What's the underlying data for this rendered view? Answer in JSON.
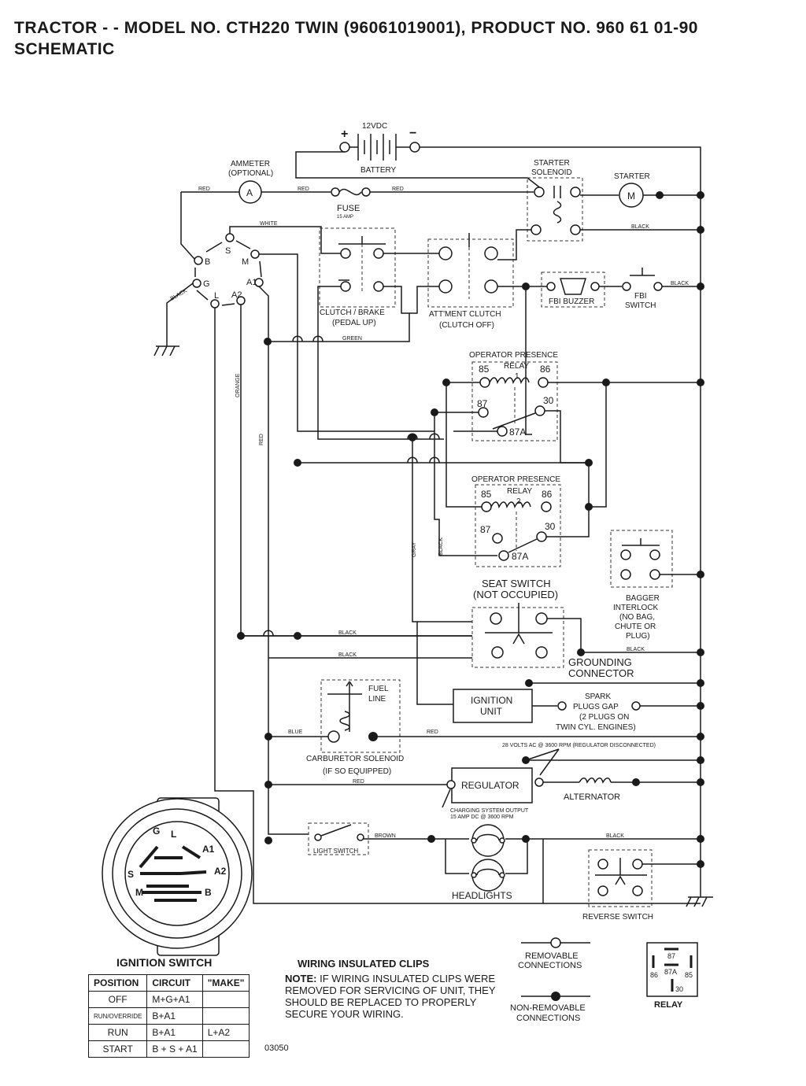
{
  "title": {
    "line1": "TRACTOR - - MODEL NO. CTH220 TWIN  (96061019001), PRODUCT NO. 960 61 01-90",
    "line2": "SCHEMATIC"
  },
  "components": {
    "voltage": "12VDC",
    "battery": "BATTERY",
    "plus": "+",
    "minus": "−",
    "ammeter": "AMMETER",
    "ammeter_opt": "(OPTIONAL)",
    "ammeter_symbol": "A",
    "fuse": "FUSE",
    "fuse_amp": "15 AMP",
    "starter_solenoid_1": "STARTER",
    "starter_solenoid_2": "SOLENOID",
    "starter": "STARTER",
    "motor_symbol": "M",
    "clutch_brake_1": "CLUTCH / BRAKE",
    "clutch_brake_2": "(PEDAL UP)",
    "attment_clutch_1": "ATT'MENT CLUTCH",
    "attment_clutch_2": "(CLUTCH OFF)",
    "fbi_buzzer": "FBI BUZZER",
    "fbi_switch_1": "FBI",
    "fbi_switch_2": "SWITCH",
    "opr1_title": "OPERATOR PRESENCE",
    "opr1_relay": "RELAY",
    "opr1_num": "1",
    "opr2_title": "OPERATOR PRESENCE",
    "opr2_relay": "RELAY",
    "opr2_num": "2",
    "t85": "85",
    "t86": "86",
    "t87": "87",
    "t30": "30",
    "t87a": "87A",
    "seat_switch_1": "SEAT SWITCH",
    "seat_switch_2": "(NOT OCCUPIED)",
    "bagger_1": "BAGGER",
    "bagger_2": "INTERLOCK",
    "bagger_3": "(NO BAG,",
    "bagger_4": "CHUTE OR",
    "bagger_5": "PLUG)",
    "grounding_1": "GROUNDING",
    "grounding_2": "CONNECTOR",
    "fuel_1": "FUEL",
    "fuel_2": "LINE",
    "ignition_unit_1": "IGNITION",
    "ignition_unit_2": "UNIT",
    "spark_1": "SPARK",
    "spark_2": "PLUGS GAP",
    "spark_3": "(2 PLUGS ON",
    "spark_4": "TWIN CYL. ENGINES)",
    "carb_1": "CARBURETOR SOLENOID",
    "carb_2": "(IF SO EQUIPPED)",
    "volts_note": "28 VOLTS AC @ 3600 RPM (REGULATOR DISCONNECTED)",
    "regulator": "REGULATOR",
    "alternator": "ALTERNATOR",
    "charging_1": "CHARGING SYSTEM OUTPUT",
    "charging_2": "15 AMP DC @ 3600 RPM",
    "light_switch": "LIGHT SWITCH",
    "headlights": "HEADLIGHTS",
    "reverse_switch": "REVERSE SWITCH",
    "ign_B": "B",
    "ign_S": "S",
    "ign_M": "M",
    "ign_G": "G",
    "ign_L": "L",
    "ign_A1": "A1",
    "ign_A2": "A2"
  },
  "wires": {
    "red": "RED",
    "white": "WHITE",
    "black": "BLACK",
    "green": "GREEN",
    "orange": "ORANGE",
    "gray": "GRAY",
    "blue": "BLUE",
    "brown": "BROWN"
  },
  "ignition_switch": {
    "title": "IGNITION SWITCH",
    "face_G": "G",
    "face_L": "L",
    "face_A1": "A1",
    "face_A2": "A2",
    "face_S": "S",
    "face_M": "M",
    "face_B": "B",
    "headers": [
      "POSITION",
      "CIRCUIT",
      "\"MAKE\""
    ],
    "rows": [
      {
        "position": "OFF",
        "circuit": "M+G+A1",
        "extra": ""
      },
      {
        "position": "RUN/OVERRIDE",
        "circuit": "B+A1",
        "extra": ""
      },
      {
        "position": "RUN",
        "circuit": "B+A1",
        "extra": "L+A2"
      },
      {
        "position": "START",
        "circuit": "B + S + A1",
        "extra": ""
      }
    ]
  },
  "clips": {
    "title": "WIRING INSULATED CLIPS",
    "note_label": "NOTE:",
    "note_text": "IF WIRING INSULATED CLIPS WERE REMOVED FOR SERVICING OF  UNIT, THEY SHOULD BE REPLACED TO PROPERLY SECURE YOUR WIRING."
  },
  "legend": {
    "removable_1": "REMOVABLE",
    "removable_2": "CONNECTIONS",
    "nonremovable_1": "NON-REMOVABLE",
    "nonremovable_2": "CONNECTIONS",
    "relay": "RELAY",
    "r87": "87",
    "r87a": "87A",
    "r86": "86",
    "r85": "85",
    "r30": "30"
  },
  "code": "03050"
}
